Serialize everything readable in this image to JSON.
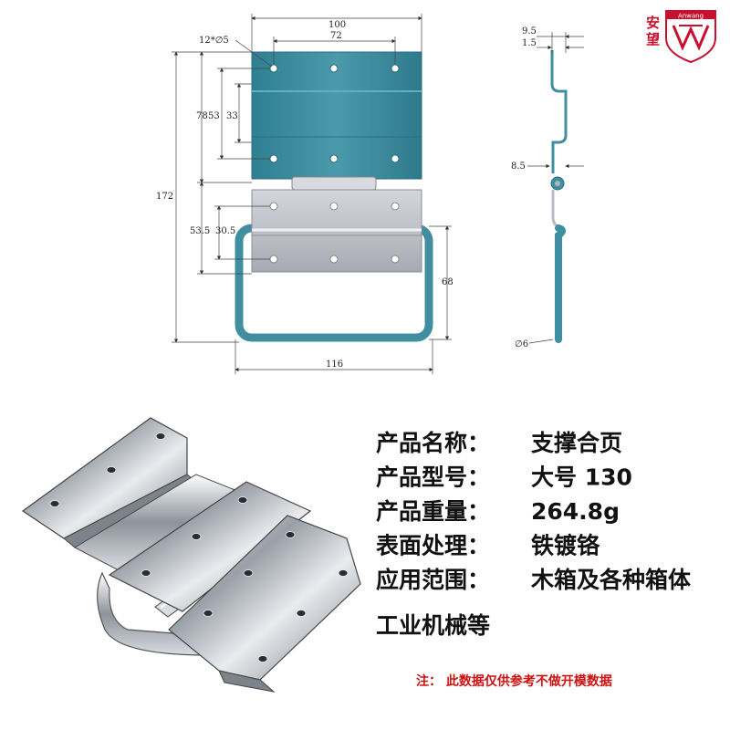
{
  "brand": {
    "name_cn": "安望",
    "name_en": "Anwang",
    "color": "#c8102e"
  },
  "drawing": {
    "holes_label": "12*∅5",
    "top_width_total": "100",
    "top_width_holes": "72",
    "height_total": "172",
    "top_height": "78",
    "hole_pitch_outer": "53",
    "hole_pitch_inner": "33",
    "bottom_height": "53.5",
    "bottom_hole_pitch": "30.5",
    "handle_height": "68",
    "handle_width": "116",
    "side_top_offset": "9.5",
    "side_thickness": "1.5",
    "side_pin_gap": "8.5",
    "rod_diameter": "∅6",
    "plate_color": "#3f8fa0",
    "leaf_color": "#b9bcc4"
  },
  "specs": {
    "rows": [
      {
        "label": "产品名称：",
        "value": "支撑合页"
      },
      {
        "label": "产品型号：",
        "value": "大号 130"
      },
      {
        "label": "产品重量：",
        "value": "264.8g"
      },
      {
        "label": "表面处理：",
        "value": "铁镀铬"
      },
      {
        "label": "应用范围：",
        "value": "木箱及各种箱体"
      }
    ],
    "continuation": "工业机械等"
  },
  "note": "注： 此数据仅供参考不做开模数据",
  "note_color": "#d01010"
}
